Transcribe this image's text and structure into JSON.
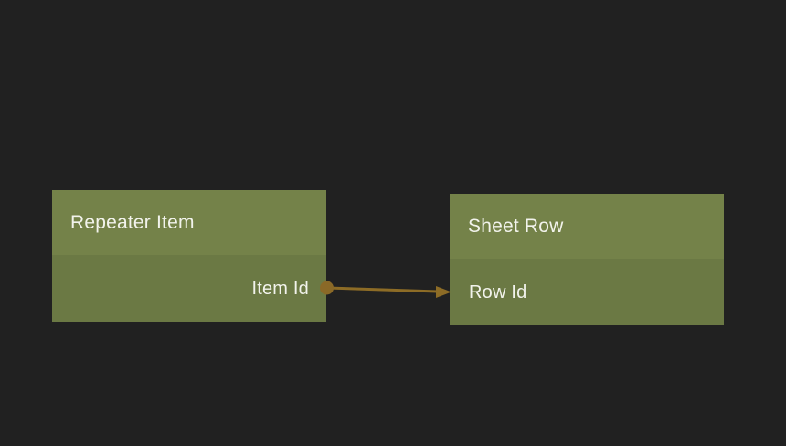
{
  "canvas": {
    "type": "node-mapping-diagram",
    "background_color": "#212121"
  },
  "nodes": [
    {
      "title": "Repeater Item",
      "ports": [
        {
          "label": "Item Id",
          "direction": "output"
        }
      ]
    },
    {
      "title": "Sheet Row",
      "ports": [
        {
          "label": "Row Id",
          "direction": "input"
        }
      ]
    }
  ],
  "connection": {
    "from_node": "Repeater Item",
    "from_port": "Item Id",
    "to_node": "Sheet Row",
    "to_port": "Row Id"
  },
  "colors": {
    "background": "#212121",
    "node_header": "#748249",
    "node_body": "#6b7944",
    "text": "#f2f3ec",
    "wire": "#8d6c26",
    "wire_dot": "#8a6927",
    "wire_arrow": "#8d6c26"
  }
}
